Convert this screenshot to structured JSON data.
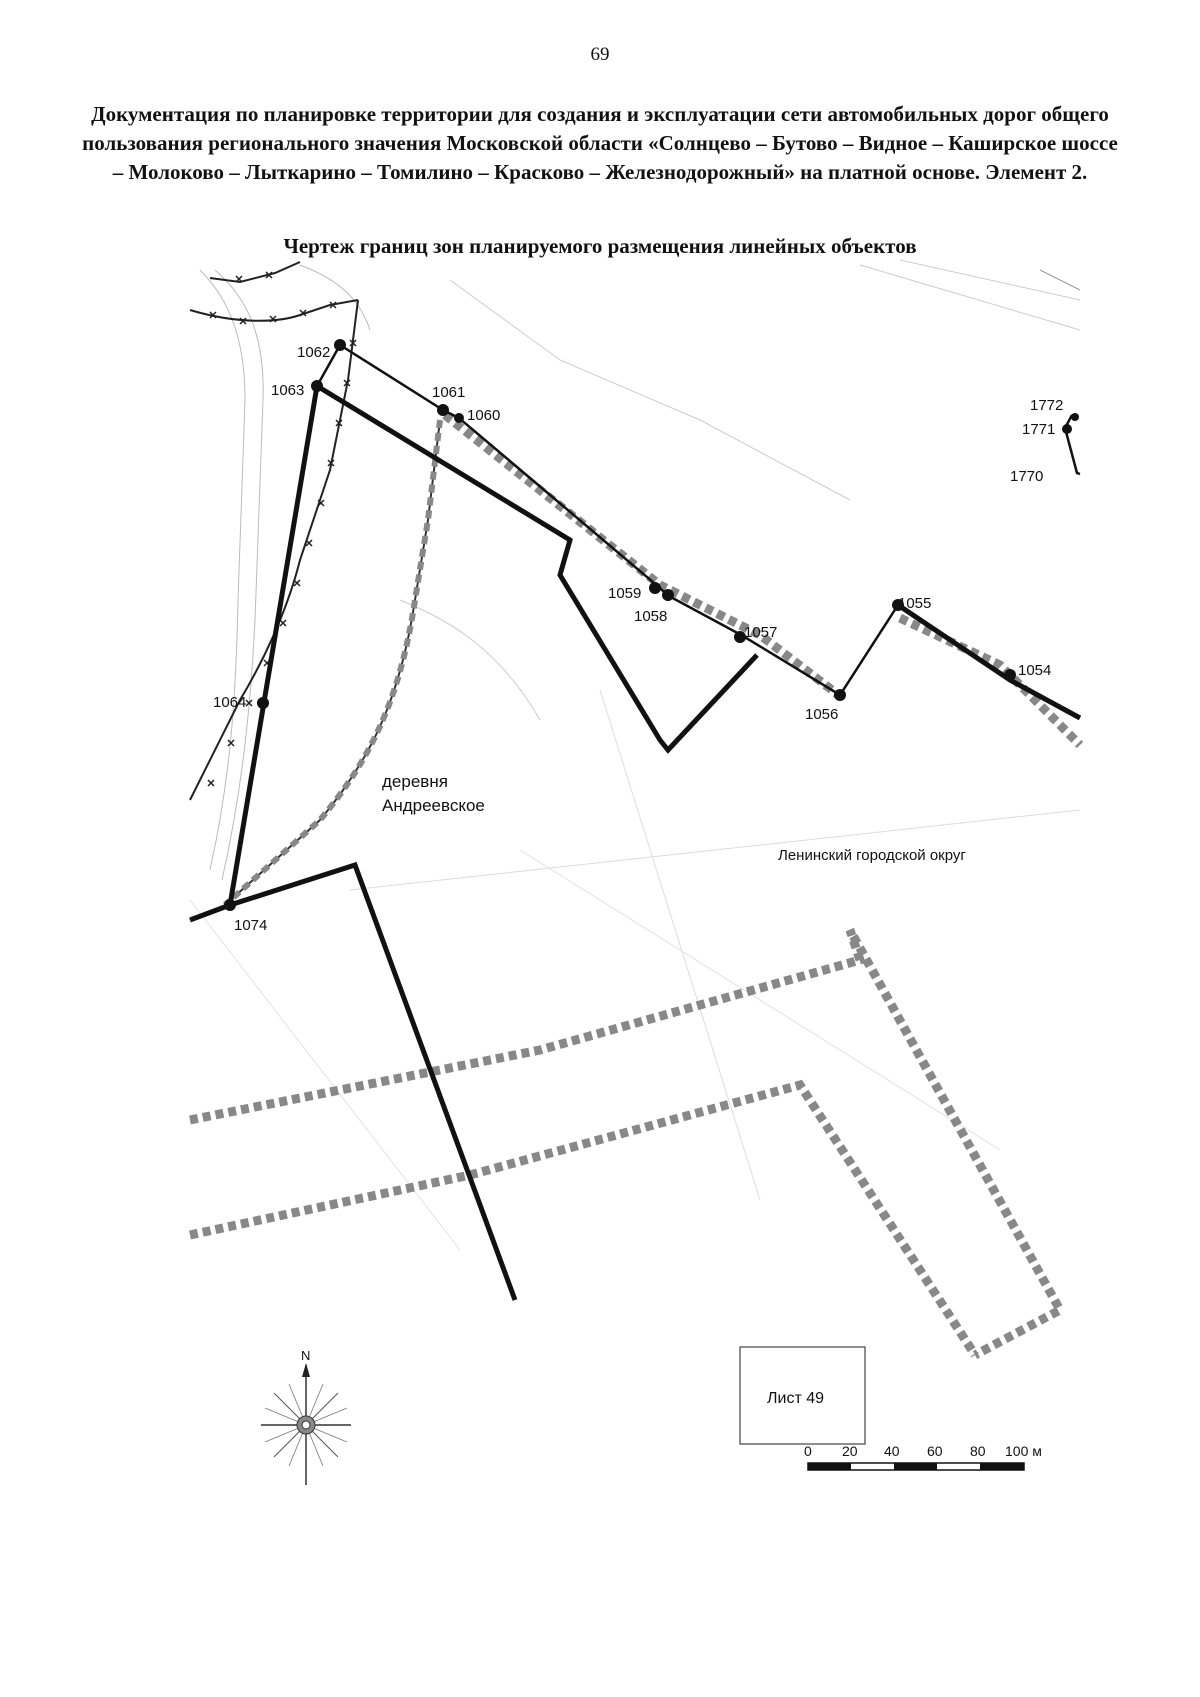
{
  "page_number": "69",
  "document_title": "Документация по планировке территории для создания и эксплуатации сети автомобильных дорог общего пользования регионального значения Московской области «Солнцево – Бутово – Видное – Каширское шоссе – Молоково – Лыткарино – Томилино – Красково – Железнодорожный» на платной основе. Элемент 2.",
  "map_title": "Чертеж границ зон планируемого размещения линейных объектов",
  "points": {
    "p1062": "1062",
    "p1063": "1063",
    "p1061": "1061",
    "p1060": "1060",
    "p1059": "1059",
    "p1058": "1058",
    "p1057": "1057",
    "p1056": "1056",
    "p1055": "1055",
    "p1054": "1054",
    "p1064": "1064",
    "p1074": "1074",
    "p1772": "1772",
    "p1771": "1771",
    "p1770": "1770"
  },
  "labels": {
    "village_line1": "деревня",
    "village_line2": "Андреевское",
    "district": "Ленинский городской округ",
    "sheet": "Лист 49",
    "north": "N"
  },
  "scale": {
    "ticks": [
      "0",
      "20",
      "40",
      "60",
      "80",
      "100 м"
    ]
  },
  "colors": {
    "boundary": "#111111",
    "dashed_zone": "#888888"
  }
}
